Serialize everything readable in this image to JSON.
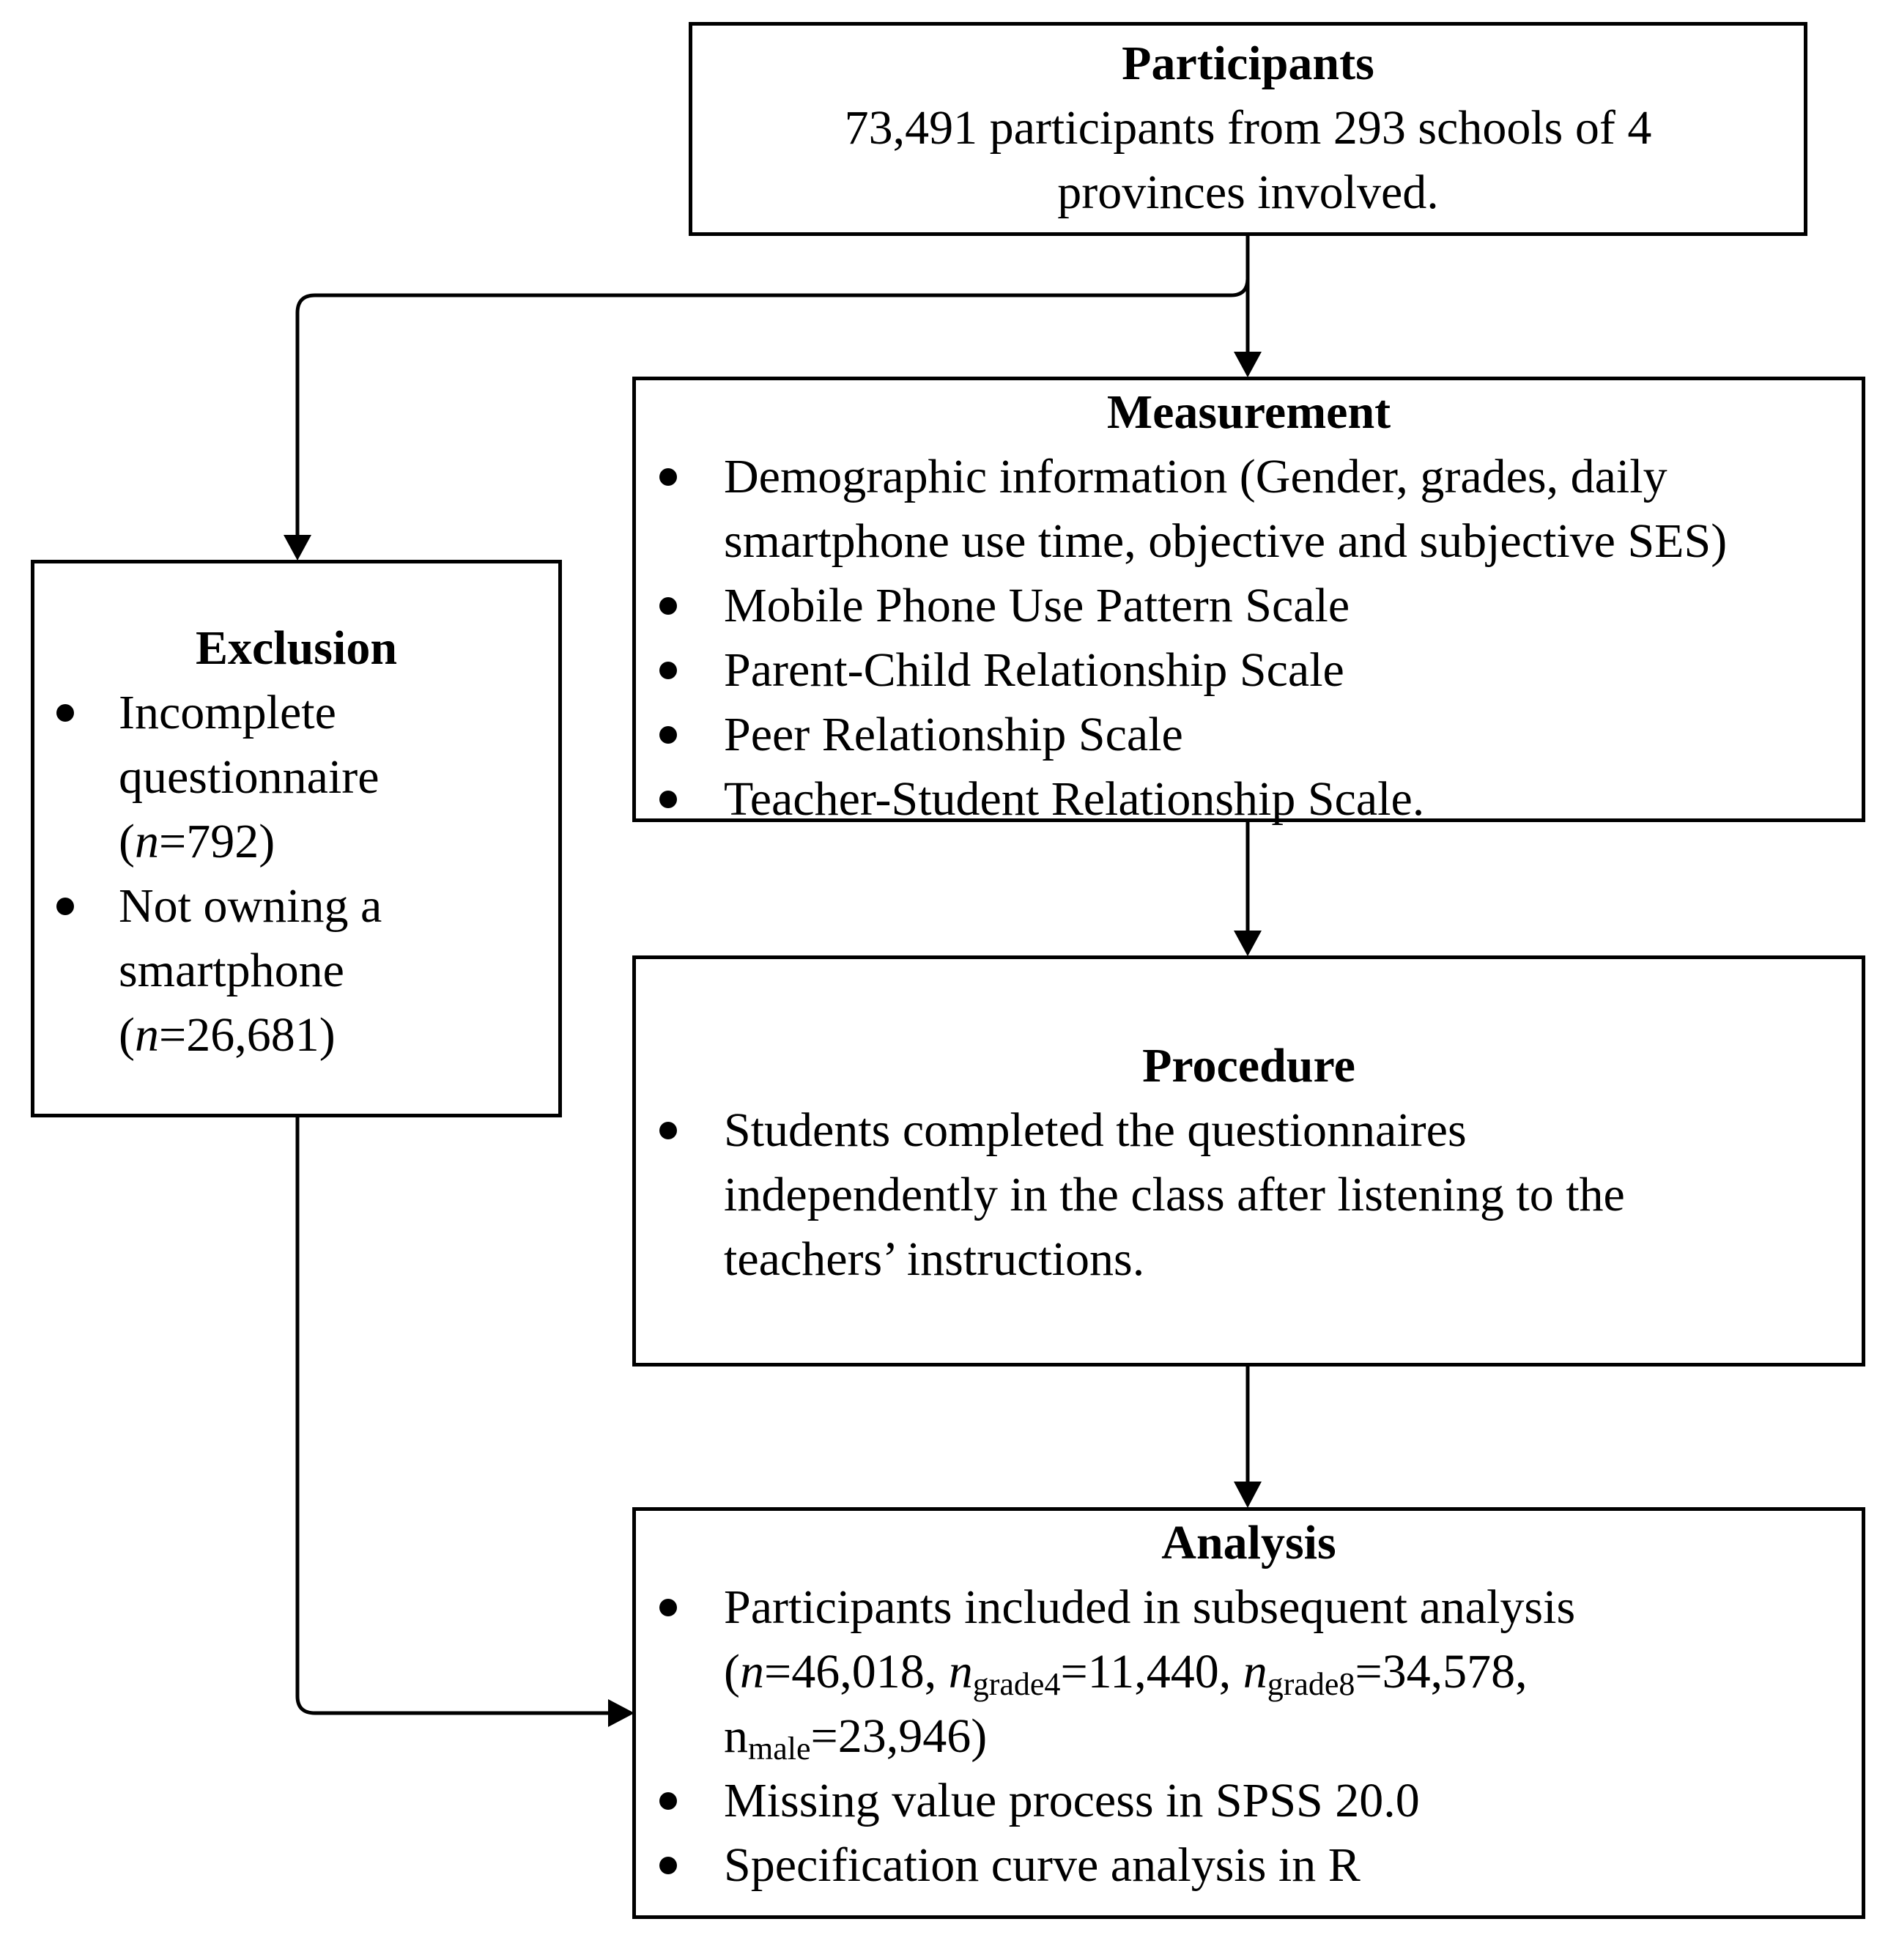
{
  "participants": {
    "title": "Participants",
    "lines": [
      "73,491 participants from 293 schools of 4",
      "provinces involved."
    ]
  },
  "measurement": {
    "title": "Measurement",
    "items": [
      [
        "Demographic information (Gender, grades, daily",
        "smartphone use time, objective and subjective SES)"
      ],
      [
        "Mobile Phone Use Pattern Scale"
      ],
      [
        "Parent-Child Relationship Scale"
      ],
      [
        "Peer Relationship Scale"
      ],
      [
        "Teacher-Student Relationship Scale."
      ]
    ]
  },
  "exclusion": {
    "title": "Exclusion",
    "items": [
      {
        "lines": [
          "Incomplete",
          "questionnaire"
        ],
        "n_prefix": "(",
        "n_symbol": "n",
        "n_value": "=792)"
      },
      {
        "lines": [
          "Not owning a",
          "smartphone"
        ],
        "n_prefix": "(",
        "n_symbol": "n",
        "n_value": "=26,681)"
      }
    ]
  },
  "procedure": {
    "title": "Procedure",
    "items": [
      [
        "Students completed the questionnaires",
        "independently in the class after listening to the",
        "teachers’ instructions."
      ]
    ]
  },
  "analysis": {
    "title": "Analysis",
    "item1": {
      "line1": "Participants included in subsequent analysis",
      "open": "(",
      "n": "n",
      "n_val": "=46,018, ",
      "n4": "n",
      "n4_sub": "grade4",
      "n4_val": "=11,440, ",
      "n8": "n",
      "n8_sub": "grade8",
      "n8_val": "=34,578,",
      "nm": "n",
      "nm_sub": "male",
      "nm_val": "=23,946)"
    },
    "item2": "Missing value process in SPSS 20.0",
    "item3": "Specification curve analysis in R"
  }
}
